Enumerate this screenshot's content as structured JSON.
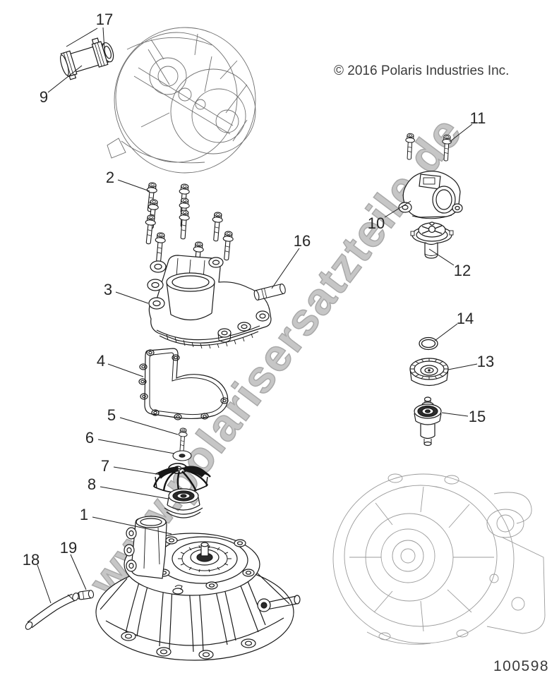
{
  "document": {
    "copyright": "© 2016 Polaris Industries Inc.",
    "drawing_number": "100598",
    "watermark": "www.polarisersatzteile.de"
  },
  "colors": {
    "part_line": "#1a1a1a",
    "reference_line_top": "#6f6f6f",
    "reference_line_bottom": "#9b9b9b",
    "watermark_gray": "#c6c6c6"
  },
  "callouts": [
    {
      "label": "1"
    },
    {
      "label": "2"
    },
    {
      "label": "3"
    },
    {
      "label": "4"
    },
    {
      "label": "5"
    },
    {
      "label": "6"
    },
    {
      "label": "7"
    },
    {
      "label": "8"
    },
    {
      "label": "9"
    },
    {
      "label": "10"
    },
    {
      "label": "11"
    },
    {
      "label": "12"
    },
    {
      "label": "13"
    },
    {
      "label": "14"
    },
    {
      "label": "15"
    },
    {
      "label": "16"
    },
    {
      "label": "17"
    },
    {
      "label": "18"
    },
    {
      "label": "19"
    }
  ]
}
